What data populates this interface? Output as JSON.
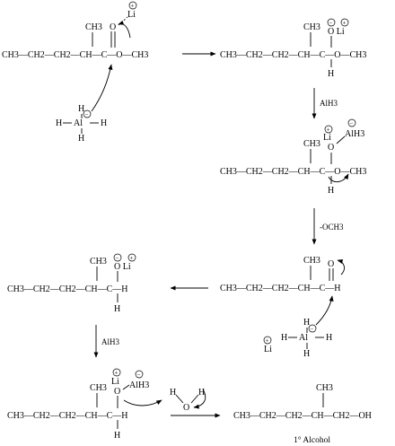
{
  "molecules": {
    "ester": {
      "chain": "CH3—CH2—CH2—CH—C—O—CH3",
      "methyl": "CH3",
      "carbonyl_o": "O",
      "counter_ion": "Li"
    },
    "lah": {
      "al": "Al",
      "h": "H"
    },
    "tetrahedral_intermediate": {
      "chain": "CH3—CH2—CH2—CH—C—O—CH3",
      "methyl": "CH3",
      "o_li": "O Li",
      "h": "H"
    },
    "alh3_complex": {
      "chain": "CH3—CH2—CH2—CH—C—O—CH3",
      "methyl": "CH3",
      "o": "O",
      "li": "Li",
      "alh3": "AlH3",
      "h": "H"
    },
    "aldehyde": {
      "chain": "CH3—CH2—CH2—CH—C—H",
      "methyl": "CH3",
      "o": "O",
      "li": "Li",
      "al": "Al",
      "h": "H"
    },
    "alkoxide": {
      "chain": "CH3—CH2—CH2—CH—C—H",
      "methyl": "CH3",
      "o_li": "O Li",
      "h": "H"
    },
    "alkoxide_complex": {
      "chain": "CH3—CH2—CH2—CH—C—H",
      "methyl": "CH3",
      "o": "O",
      "li": "Li",
      "alh3": "AlH3",
      "h": "H"
    },
    "water": {
      "o": "O",
      "h": "H"
    },
    "product": {
      "chain": "CH3—CH2—CH2—CH—CH2—OH",
      "methyl": "CH3",
      "caption": "1° Alcohol"
    }
  },
  "reagents": {
    "step2": "AlH3",
    "step3": "-OCH3",
    "step5": "AlH3"
  },
  "charges": {
    "plus": "+",
    "minus": "−"
  }
}
